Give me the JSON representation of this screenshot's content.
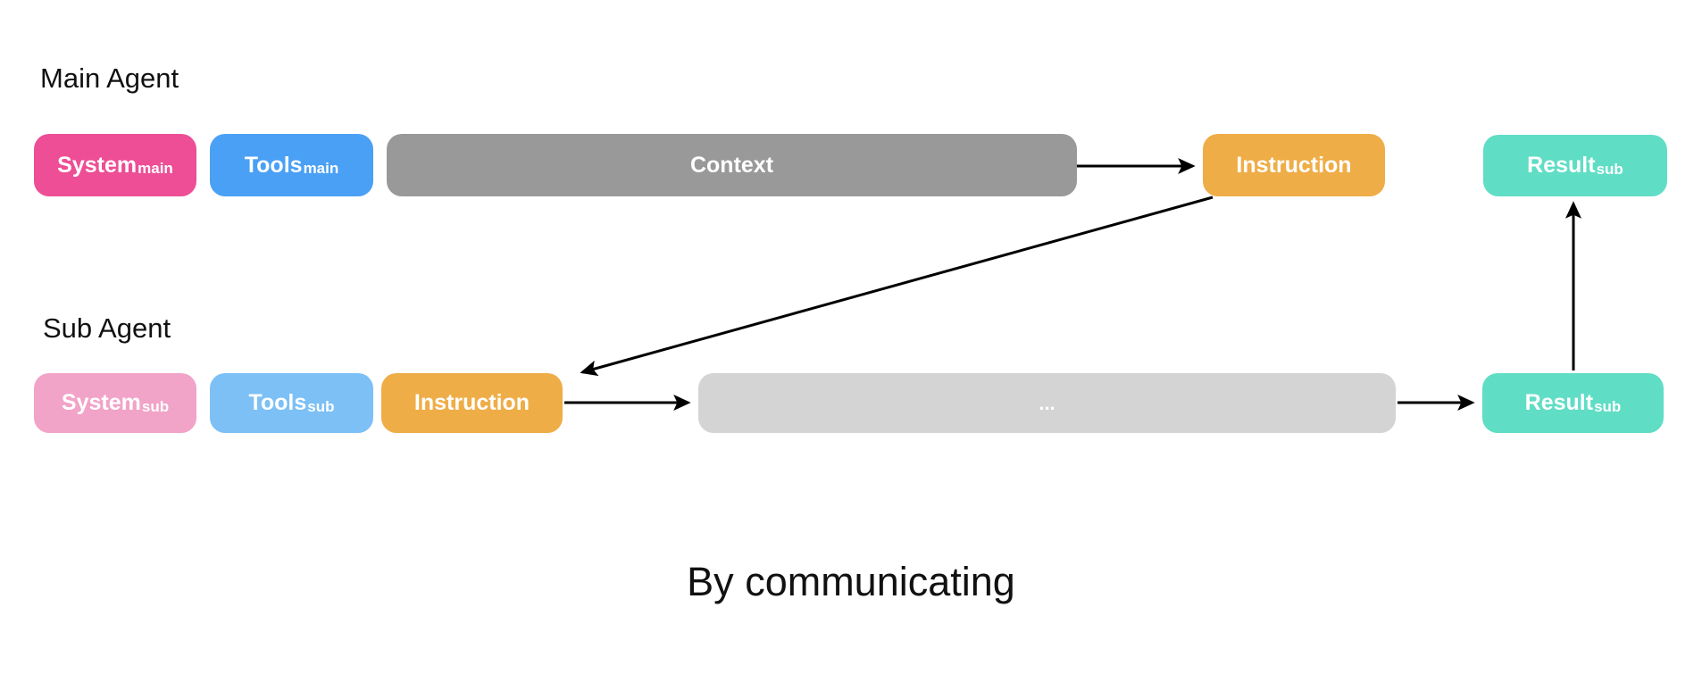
{
  "caption": "By communicating",
  "groups": {
    "main": {
      "label": "Main Agent"
    },
    "sub": {
      "label": "Sub Agent"
    }
  },
  "nodes": {
    "main_system": {
      "label": "System",
      "subscript": "main"
    },
    "main_tools": {
      "label": "Tools",
      "subscript": "main"
    },
    "main_context": {
      "label": "Context"
    },
    "main_instruction": {
      "label": "Instruction"
    },
    "main_result": {
      "label": "Result",
      "subscript": "sub"
    },
    "sub_system": {
      "label": "System",
      "subscript": "sub"
    },
    "sub_tools": {
      "label": "Tools",
      "subscript": "sub"
    },
    "sub_instruction": {
      "label": "Instruction"
    },
    "sub_ellipsis": {
      "label": "..."
    },
    "sub_result": {
      "label": "Result",
      "subscript": "sub"
    }
  },
  "edges": [
    {
      "from": "main_context",
      "to": "main_instruction"
    },
    {
      "from": "main_instruction",
      "to": "sub_instruction"
    },
    {
      "from": "sub_instruction",
      "to": "sub_ellipsis"
    },
    {
      "from": "sub_ellipsis",
      "to": "sub_result"
    },
    {
      "from": "sub_result",
      "to": "main_result"
    }
  ],
  "colors": {
    "pink": "#ED4E95",
    "blue": "#4AA0F4",
    "gray": "#999999",
    "orange": "#EFAD47",
    "teal": "#60DDC5",
    "light_pink": "#F1A3C8",
    "light_blue": "#7CC0F5",
    "light_gray": "#D4D4D4",
    "node_text": "#FFFFFF",
    "label_text": "#111111",
    "arrow": "#000000"
  }
}
